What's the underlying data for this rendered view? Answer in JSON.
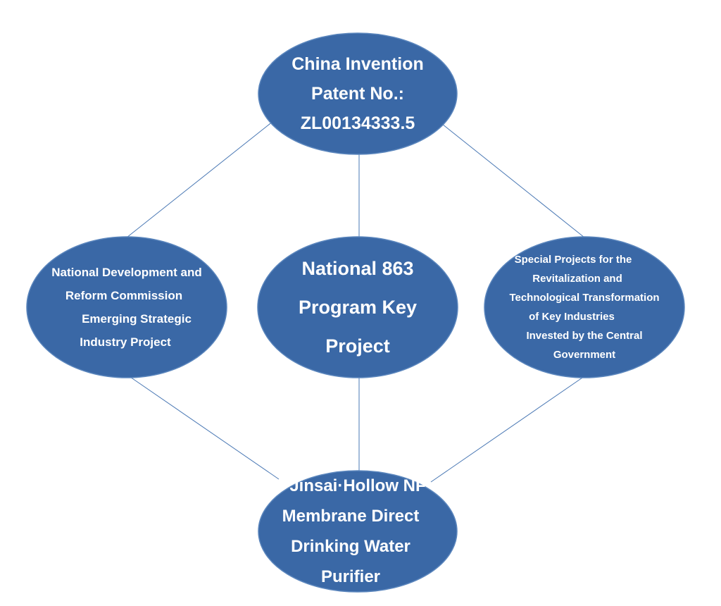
{
  "style": {
    "node_fill": "#3a68a6",
    "node_stroke": "#5b86bd",
    "connector_color": "#4a78b4",
    "text_color": "#ffffff"
  },
  "nodes": [
    {
      "id": "patent",
      "lines": [
        "China Invention",
        "Patent No.:",
        "ZL00134333.5"
      ]
    },
    {
      "id": "ndrc",
      "lines": [
        "National Development and",
        "Reform Commission",
        "Emerging Strategic",
        "Industry Project"
      ]
    },
    {
      "id": "program863",
      "lines": [
        "National 863",
        "Program Key",
        "Project"
      ]
    },
    {
      "id": "special",
      "lines": [
        "Special Projects for the",
        "Revitalization and",
        "Technological Transformation",
        "of Key Industries",
        "Invested by the Central",
        "Government"
      ]
    },
    {
      "id": "purifier",
      "lines": [
        "Jinsai·Hollow NF",
        "Membrane Direct",
        "Drinking Water",
        "Purifier"
      ]
    }
  ],
  "edges": [
    [
      "patent",
      "ndrc"
    ],
    [
      "patent",
      "program863"
    ],
    [
      "patent",
      "special"
    ],
    [
      "ndrc",
      "purifier"
    ],
    [
      "program863",
      "purifier"
    ],
    [
      "special",
      "purifier"
    ]
  ]
}
